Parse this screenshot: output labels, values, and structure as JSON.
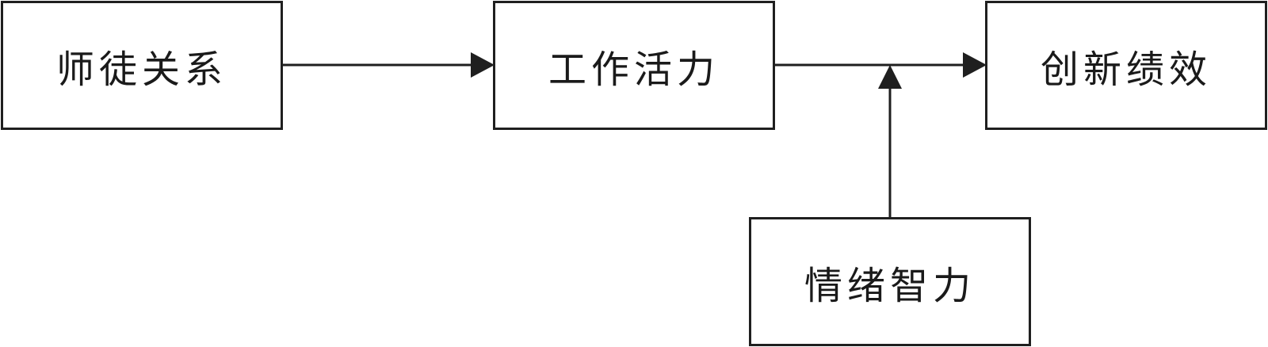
{
  "nodes": {
    "mentor": "师徒关系",
    "vitality": "工作活力",
    "innovation": "创新绩效",
    "emotional": "情绪智力"
  },
  "edges": [
    {
      "from": "师徒关系",
      "to": "工作活力"
    },
    {
      "from": "工作活力",
      "to": "创新绩效"
    },
    {
      "from": "情绪智力",
      "to": "工作活力 → 创新绩效"
    }
  ]
}
